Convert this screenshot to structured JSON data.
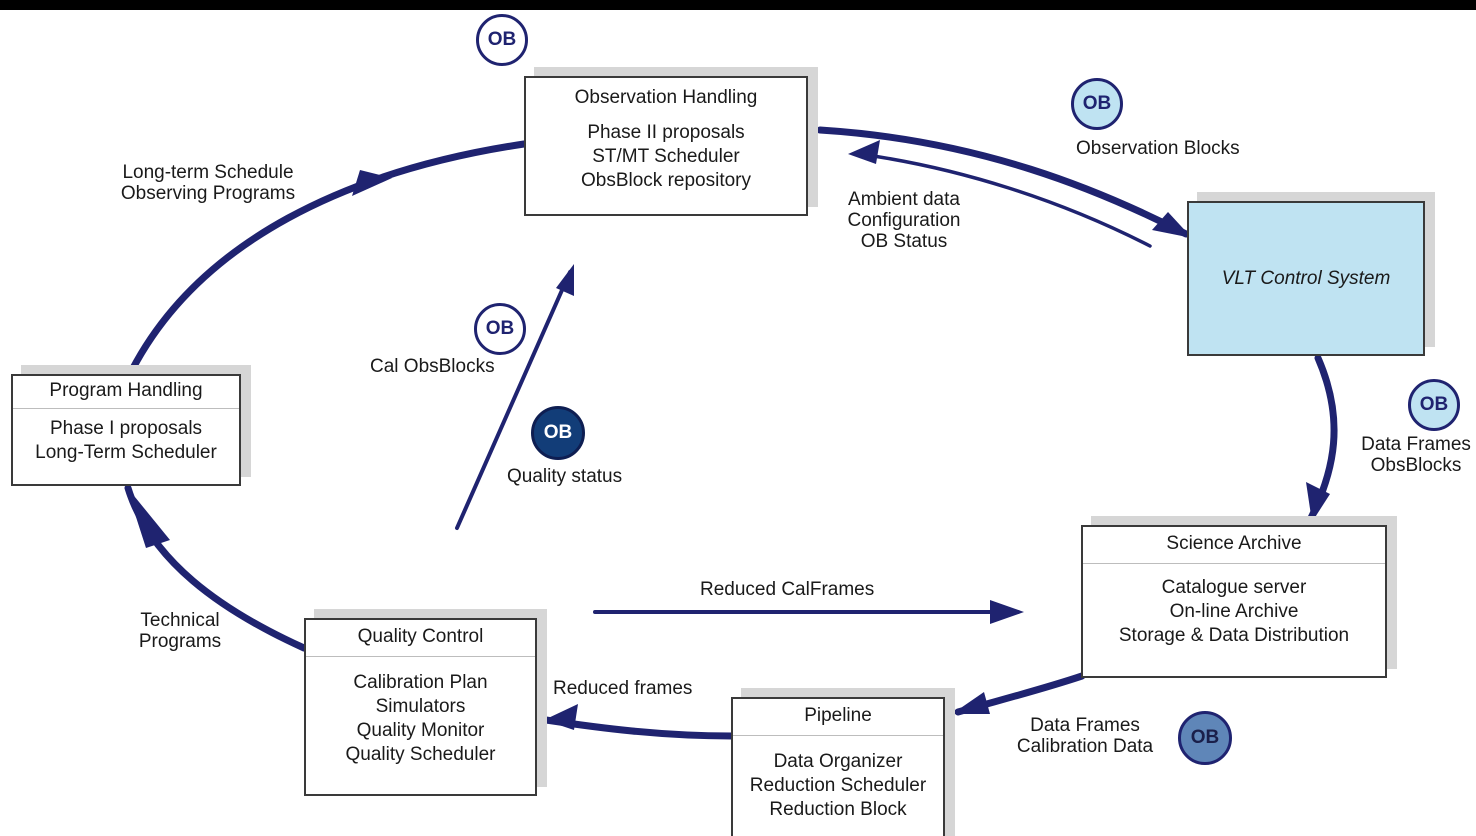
{
  "boxes": {
    "observation_handling": {
      "title": "Observation Handling",
      "lines": [
        "Phase II proposals",
        "ST/MT Scheduler",
        "ObsBlock repository"
      ]
    },
    "program_handling": {
      "title": "Program Handling",
      "lines": [
        "Phase I proposals",
        "Long-Term Scheduler"
      ]
    },
    "vlt_control": {
      "title": "VLT Control System"
    },
    "science_archive": {
      "title": "Science Archive",
      "lines": [
        "Catalogue server",
        "On-line Archive",
        "Storage & Data Distribution"
      ]
    },
    "quality_control": {
      "title": "Quality Control",
      "lines": [
        "Calibration Plan",
        "Simulators",
        "Quality Monitor",
        "Quality Scheduler"
      ]
    },
    "pipeline": {
      "title": "Pipeline",
      "lines": [
        "Data Organizer",
        "Reduction Scheduler",
        "Reduction Block"
      ]
    }
  },
  "labels": {
    "long_term_schedule": [
      "Long-term Schedule",
      "Observing Programs"
    ],
    "observation_blocks": "Observation Blocks",
    "ambient_data": [
      "Ambient data",
      "Configuration",
      "OB Status"
    ],
    "cal_obsblocks": "Cal ObsBlocks",
    "quality_status": "Quality status",
    "data_frames_obsblocks": [
      "Data Frames",
      "ObsBlocks"
    ],
    "reduced_calframes": "Reduced CalFrames",
    "technical_programs": [
      "Technical",
      "Programs"
    ],
    "reduced_frames": "Reduced frames",
    "data_frames_calibration": [
      "Data Frames",
      "Calibration Data"
    ]
  },
  "ob_badge_text": "OB",
  "colors": {
    "arrow": "#1f2370",
    "vlt_fill": "#bfe3f2",
    "badge_light": "#bfe3f2",
    "badge_mid": "#5f86b8",
    "badge_dark": "#123d78"
  }
}
